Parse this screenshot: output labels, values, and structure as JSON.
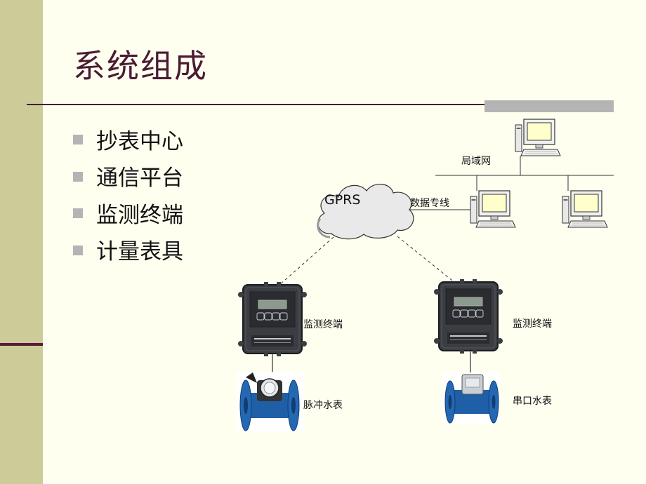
{
  "slide": {
    "title": "系统组成",
    "bullets": [
      "抄表中心",
      "通信平台",
      "监测终端",
      "计量表具"
    ]
  },
  "diagram": {
    "cloud_label": "GPRS",
    "lan_label": "局域网",
    "line_label": "数据专线",
    "terminal_left_label": "监测终端",
    "terminal_right_label": "监测终端",
    "meter_left_label": "脉冲水表",
    "meter_right_label": "串口水表"
  },
  "colors": {
    "background": "#fffff0",
    "sidebar": "#cccc99",
    "title": "#4b1b34",
    "accent_bar": "#b4b4b4",
    "meter_blue": "#1f5fa8"
  }
}
